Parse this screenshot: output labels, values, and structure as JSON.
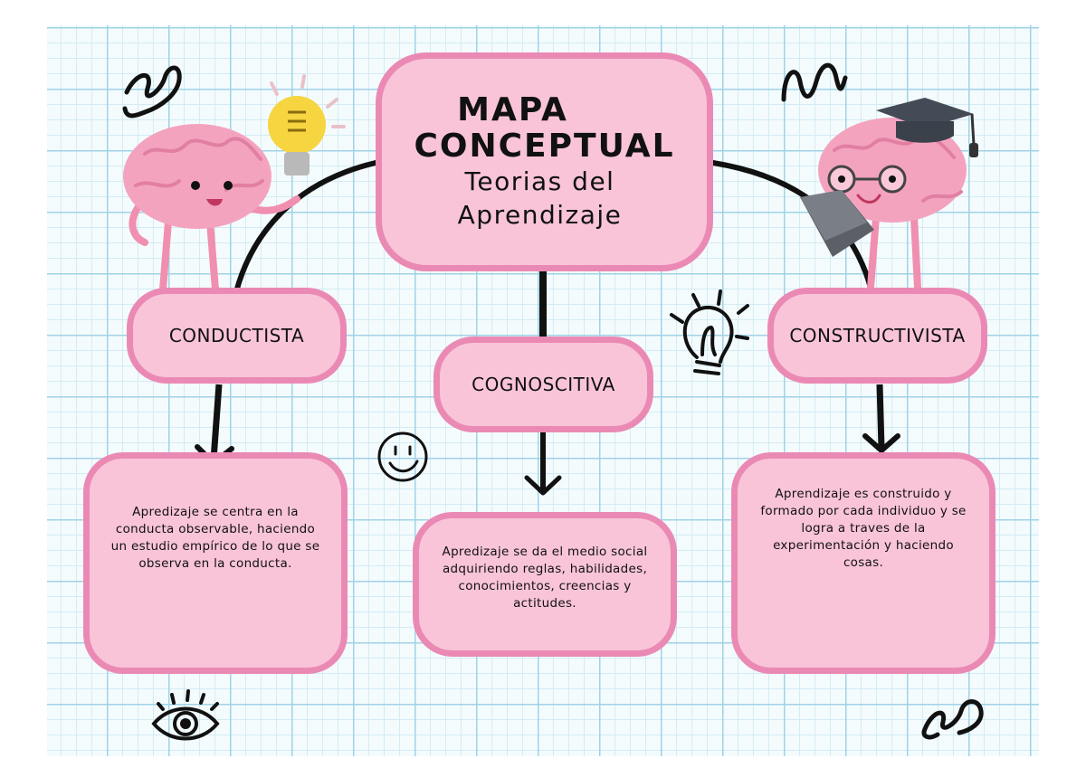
{
  "title": {
    "line1": "MAPA",
    "line2": "CONCEPTUAL",
    "line3": "Teorias del",
    "line4": "Aprendizaje"
  },
  "branches": [
    {
      "label": "CONDUCTISTA",
      "description": "Apredizaje se centra en la conducta observable, haciendo un estudio empírico de lo que se observa en la conducta."
    },
    {
      "label": "COGNOSCITIVA",
      "description": "Apredizaje se da el medio social adquiriendo reglas, habilidades, conocimientos, creencias y actitudes."
    },
    {
      "label": "CONSTRUCTIVISTA",
      "description": "Aprendizaje es construido y formado por cada individuo y se logra a traves de la experimentación y haciendo cosas."
    }
  ],
  "colors": {
    "box_fill": "#f9c4d8",
    "box_border": "#ea8ab4",
    "grid_line": "#9fd3e6",
    "ink": "#111111"
  },
  "icons": [
    "brain-with-lightbulb-icon",
    "brain-with-graduation-cap-icon",
    "lightbulb-icon",
    "smiley-icon",
    "eye-icon",
    "squiggle-icon"
  ]
}
